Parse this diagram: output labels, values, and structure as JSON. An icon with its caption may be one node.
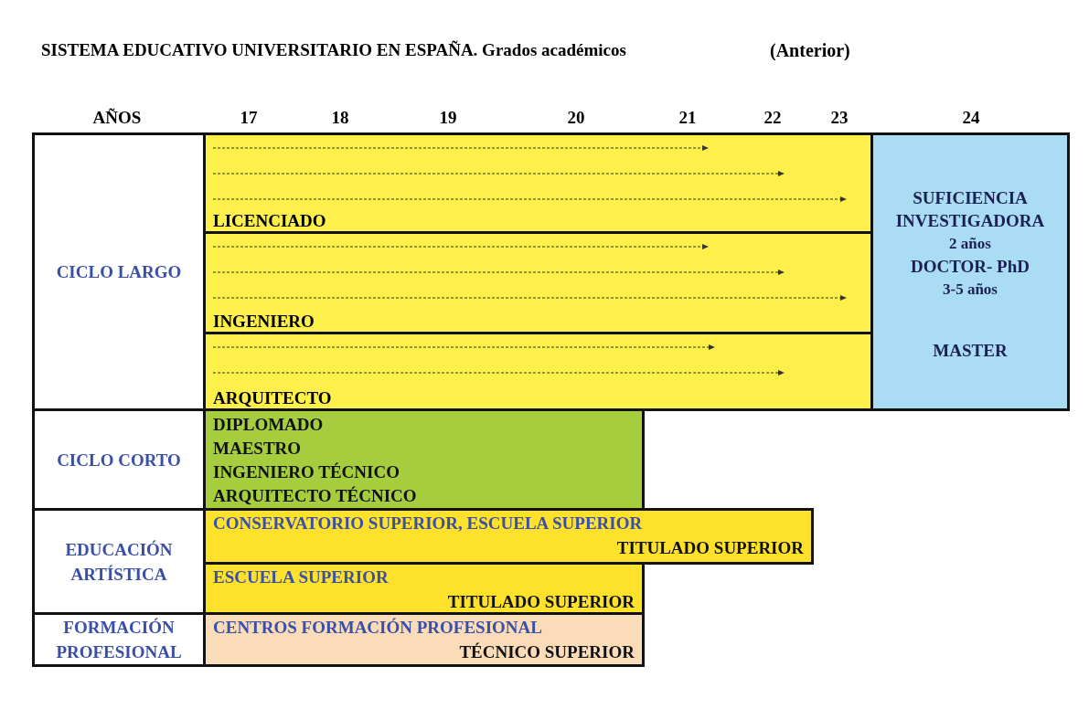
{
  "diagram": {
    "title": "SISTEMA EDUCATIVO UNIVERSITARIO EN ESPAÑA. Grados académicos",
    "nodes": [
      {
        "text": [
          "CICLO LARGO"
        ]
      },
      {
        "text": [
          "LICENCIADO"
        ]
      },
      {
        "text": [
          "INGENIERO"
        ]
      },
      {
        "text": [
          "ARQUITECTO"
        ]
      },
      {
        "text": [
          "SUFICIENCIA INVESTIGADORA",
          "2 años",
          "DOCTOR- PhD",
          "3-5 años",
          "MASTER"
        ]
      },
      {
        "text": [
          "CICLO CORTO"
        ]
      },
      {
        "text": [
          "DIPLOMADO",
          "MAESTRO",
          "INGENIERO TÉCNICO",
          "ARQUITECTO TÉCNICO"
        ]
      },
      {
        "text": [
          "EDUCACIÓN ARTÍSTICA"
        ]
      },
      {
        "text": [
          "CONSERVATORIO SUPERIOR, ESCUELA SUPERIOR",
          "TITULADO SUPERIOR"
        ]
      },
      {
        "text": [
          "ESCUELA SUPERIOR",
          "TITULADO SUPERIOR"
        ]
      },
      {
        "text": [
          "FORMACIÓN PROFESIONAL"
        ]
      },
      {
        "text": [
          "CENTROS FORMACIÓN PROFESIONAL",
          "TÉCNICO SUPERIOR"
        ]
      }
    ],
    "labels": [
      "(Anterior)",
      "AÑOS",
      "17",
      "18",
      "19",
      "20",
      "21",
      "22",
      "23",
      "24"
    ]
  }
}
